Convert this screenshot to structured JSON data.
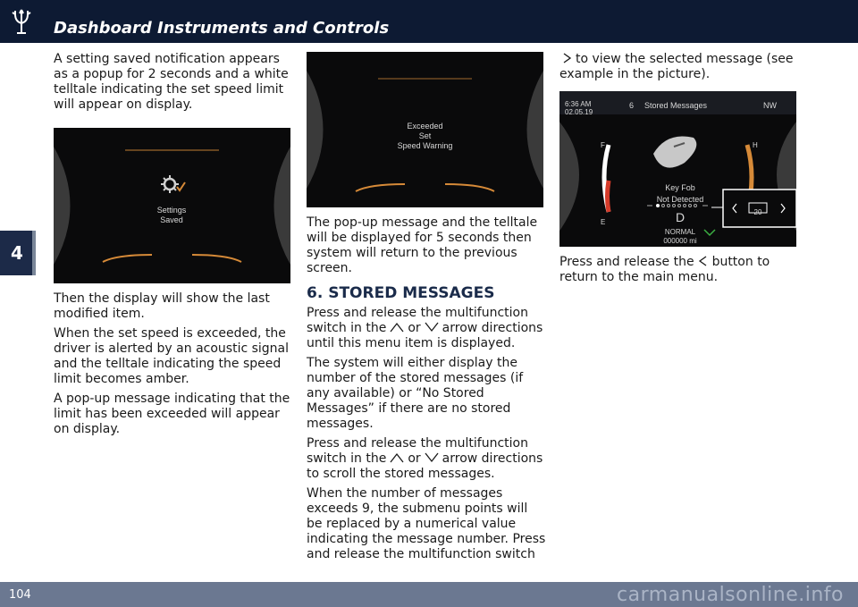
{
  "header": {
    "title": "Dashboard Instruments and Controls",
    "logo_icon": "trident-icon"
  },
  "side_tab": {
    "chapter": "4"
  },
  "footer": {
    "page": "104",
    "watermark": "carmanualsonline.info"
  },
  "colors": {
    "header_bg": "#0d1a33",
    "footer_bg": "#6b7891",
    "tab_bg": "#1c2a48",
    "amber": "#d68a38"
  },
  "col1": {
    "intro": "A setting saved notification appears as a popup for 2 seconds and a white telltale indicating the set speed limit will appear on display.",
    "figure_label_1": "Settings",
    "figure_label_2": "Saved",
    "p1": "Then the display will show the last modified item.",
    "p2": "When the set speed is exceeded, the driver is alerted by an acoustic signal and the telltale indicating the speed limit becomes amber.",
    "p3": "A pop-up message indicating that the limit has been exceeded will appear on display."
  },
  "col2": {
    "fig_line1": "Exceeded",
    "fig_line2": "Set",
    "fig_line3": "Speed Warning",
    "p1": "The pop-up message and the telltale will be displayed for 5 seconds then system will return to the previous screen.",
    "heading": "6. STORED MESSAGES",
    "p2a": "Press and release the multifunction switch in the",
    "p2_or": "or",
    "p2b": "arrow directions until this menu item is displayed.",
    "p3": "The system will either display the number of the stored messages (if any available) or “No Stored Messages” if there are no stored messages.",
    "p4a": "Press and release the multifunction switch in the",
    "p4_or": "or",
    "p4b": "arrow directions to scroll the stored messages.",
    "p5": "When the number of messages exceeds 9, the submenu points will be replaced by a numerical value indicating the message number. Press and release the multifunction switch"
  },
  "col3": {
    "p1": "to view the selected message (see example in the picture).",
    "time": "6:36 AM",
    "date": "02.05.19",
    "count": "6",
    "menu_title": "Stored Messages",
    "heading_dir": "NW",
    "fuel_f": "F",
    "fuel_e": "E",
    "temp_h": "H",
    "msg_line1": "Key Fob",
    "msg_line2": "Not Detected",
    "gear": "D",
    "mode": "NORMAL",
    "odometer": "000000 mi",
    "callout_num": "20",
    "p2a": "Press and release the",
    "p2b": "button to return to the main menu."
  }
}
